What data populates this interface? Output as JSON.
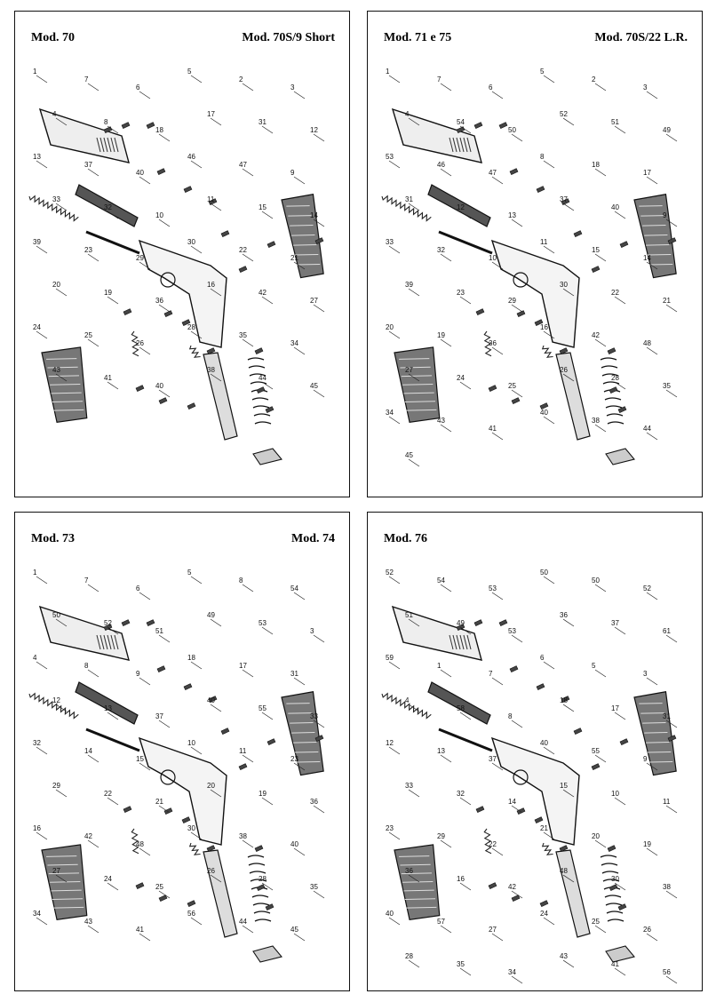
{
  "panels": [
    {
      "id": "mod70",
      "title_left": "Mod. 70",
      "title_right": "Mod. 70S/9 Short",
      "labels": [
        "1",
        "7",
        "6",
        "5",
        "2",
        "3",
        "4",
        "8",
        "18",
        "17",
        "31",
        "12",
        "13",
        "37",
        "40",
        "46",
        "47",
        "9",
        "33",
        "32",
        "10",
        "11",
        "15",
        "14",
        "39",
        "23",
        "29",
        "30",
        "22",
        "21",
        "20",
        "19",
        "36",
        "16",
        "42",
        "27",
        "24",
        "25",
        "26",
        "28",
        "35",
        "34",
        "43",
        "41",
        "40",
        "38",
        "44",
        "45"
      ]
    },
    {
      "id": "mod71",
      "title_left": "Mod. 71 e 75",
      "title_right": "Mod. 70S/22 L.R.",
      "labels": [
        "1",
        "7",
        "6",
        "5",
        "2",
        "3",
        "4",
        "54",
        "50",
        "52",
        "51",
        "49",
        "53",
        "46",
        "47",
        "8",
        "18",
        "17",
        "31",
        "12",
        "13",
        "37",
        "40",
        "9",
        "33",
        "32",
        "10",
        "11",
        "15",
        "14",
        "39",
        "23",
        "29",
        "30",
        "22",
        "21",
        "20",
        "19",
        "36",
        "16",
        "42",
        "48",
        "27",
        "24",
        "25",
        "26",
        "28",
        "35",
        "34",
        "43",
        "41",
        "40",
        "38",
        "44",
        "45"
      ]
    },
    {
      "id": "mod73",
      "title_left": "Mod. 73",
      "title_right": "Mod. 74",
      "labels": [
        "1",
        "7",
        "6",
        "5",
        "8",
        "54",
        "50",
        "52",
        "51",
        "49",
        "53",
        "3",
        "4",
        "8",
        "9",
        "18",
        "17",
        "31",
        "12",
        "13",
        "37",
        "40",
        "55",
        "33",
        "32",
        "14",
        "15",
        "10",
        "11",
        "23",
        "29",
        "22",
        "21",
        "20",
        "19",
        "36",
        "16",
        "42",
        "48",
        "30",
        "38",
        "40",
        "27",
        "24",
        "25",
        "26",
        "28",
        "35",
        "34",
        "43",
        "41",
        "56",
        "44",
        "45"
      ]
    },
    {
      "id": "mod76",
      "title_left": "Mod. 76",
      "title_right": "",
      "labels": [
        "52",
        "54",
        "53",
        "50",
        "50",
        "52",
        "51",
        "49",
        "53",
        "36",
        "37",
        "61",
        "59",
        "1",
        "7",
        "6",
        "5",
        "3",
        "4",
        "58",
        "8",
        "18",
        "17",
        "31",
        "12",
        "13",
        "37",
        "40",
        "55",
        "9",
        "33",
        "32",
        "14",
        "15",
        "10",
        "11",
        "23",
        "29",
        "22",
        "21",
        "20",
        "19",
        "36",
        "16",
        "42",
        "48",
        "30",
        "38",
        "40",
        "57",
        "27",
        "24",
        "25",
        "26",
        "28",
        "35",
        "34",
        "43",
        "41",
        "56",
        "44",
        "45"
      ]
    }
  ]
}
